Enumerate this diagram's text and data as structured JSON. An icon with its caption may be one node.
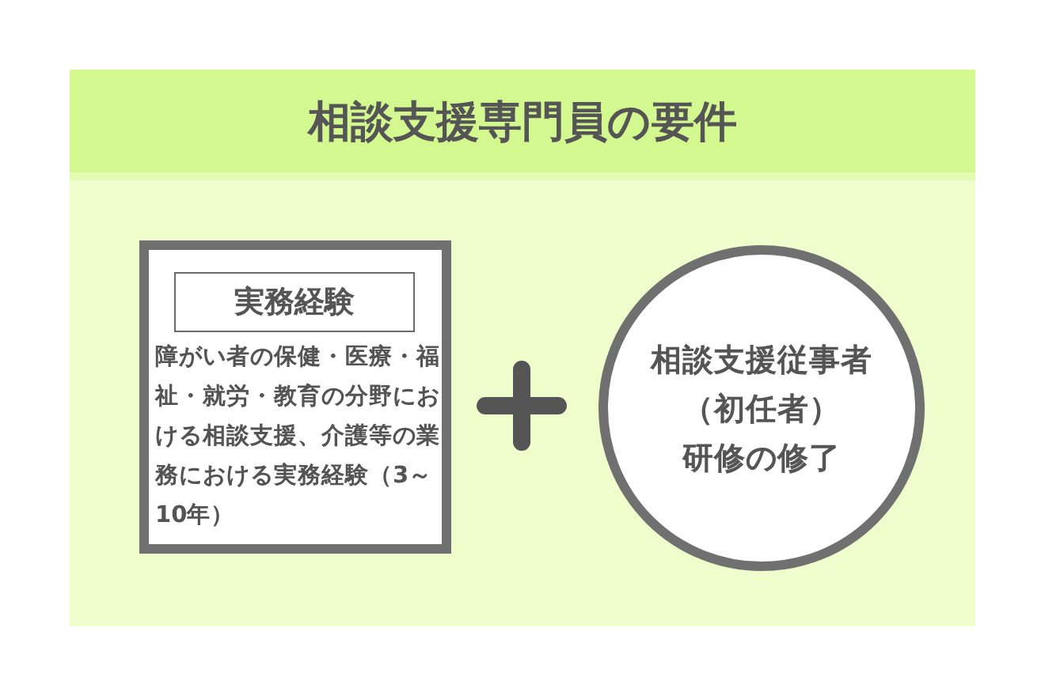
{
  "diagram": {
    "title": "相談支援専門員の要件",
    "nodes": [
      {
        "text": [
          "障がい者の保健・医療・福祉・就労・教育の分野における相談支援、介護等の業務における実務経験（3～10年）"
        ]
      },
      {
        "text": [
          "実務経験"
        ],
        "in": 0
      },
      {
        "text": [
          "相談支援従事者（初任者）研修の修了"
        ]
      }
    ]
  }
}
